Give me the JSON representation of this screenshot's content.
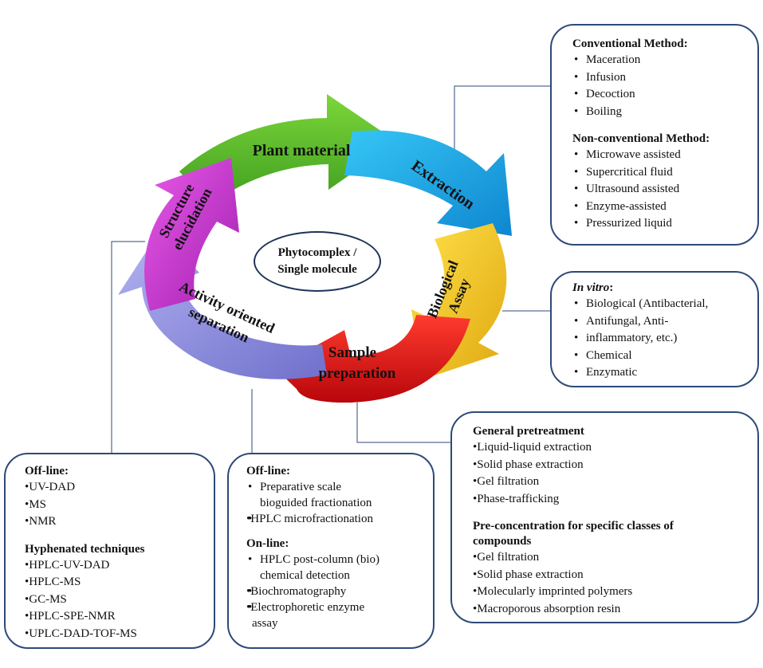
{
  "center": {
    "line1": "Phytocomplex /",
    "line2": "Single molecule"
  },
  "cycle": {
    "plant_material": "Plant material",
    "extraction": "Extraction",
    "biological_assay_1": "Biological",
    "biological_assay_2": "Assay",
    "sample_prep_1": "Sample",
    "sample_prep_2": "preparation",
    "activity_1": "Activity oriented",
    "activity_2": "separation",
    "structure_1": "Structure",
    "structure_2": "elucidation"
  },
  "colors": {
    "green": "#5cbf2a",
    "cyan": "#1aa6e6",
    "yellow": "#f2c51a",
    "red": "#e0151b",
    "purple": "#8d8ee0",
    "magenta": "#cf38d2",
    "border": "#2d4a78"
  },
  "extraction_box": {
    "conv_heading": "Conventional Method",
    "conv_items": [
      "Maceration",
      "Infusion",
      "Decoction",
      "Boiling"
    ],
    "nonconv_heading": "Non-conventional Method",
    "nonconv_items": [
      "Microwave assisted",
      "Supercritical fluid",
      "Ultrasound assisted",
      "Enzyme-assisted",
      "Pressurized liquid"
    ]
  },
  "assay_box": {
    "heading": "In vitro",
    "items": [
      "Biological (Antibacterial,",
      "Antifungal, Anti-",
      "inflammatory, etc.)",
      "Chemical",
      "Enzymatic"
    ]
  },
  "pretreatment_box": {
    "heading1": "General pretreatment",
    "items1": [
      "Liquid-liquid extraction",
      "Solid phase extraction",
      "Gel filtration",
      "Phase-trafficking"
    ],
    "heading2_line1": "Pre-concentration for specific classes of",
    "heading2_line2": "compounds",
    "items2": [
      "Gel filtration",
      "Solid phase extraction",
      "Molecularly imprinted polymers",
      "Macroporous absorption resin"
    ]
  },
  "structure_box": {
    "heading1": "Off-line",
    "items1": [
      "UV-DAD",
      "MS",
      "NMR"
    ],
    "heading2": "Hyphenated techniques",
    "items2": [
      "HPLC-UV-DAD",
      "HPLC-MS",
      "GC-MS",
      "HPLC-SPE-NMR",
      "UPLC-DAD-TOF-MS"
    ]
  },
  "separation_box": {
    "heading1": "Off-line",
    "item1a": "Preparative scale",
    "item1b": "bioguided fractionation",
    "item2": "HPLC microfractionation",
    "heading2": "On-line",
    "item3a": "HPLC post-column (bio)",
    "item3b": "chemical detection",
    "item4": "Biochromatography",
    "item5a": "Electrophoretic enzyme",
    "item5b": "assay"
  }
}
